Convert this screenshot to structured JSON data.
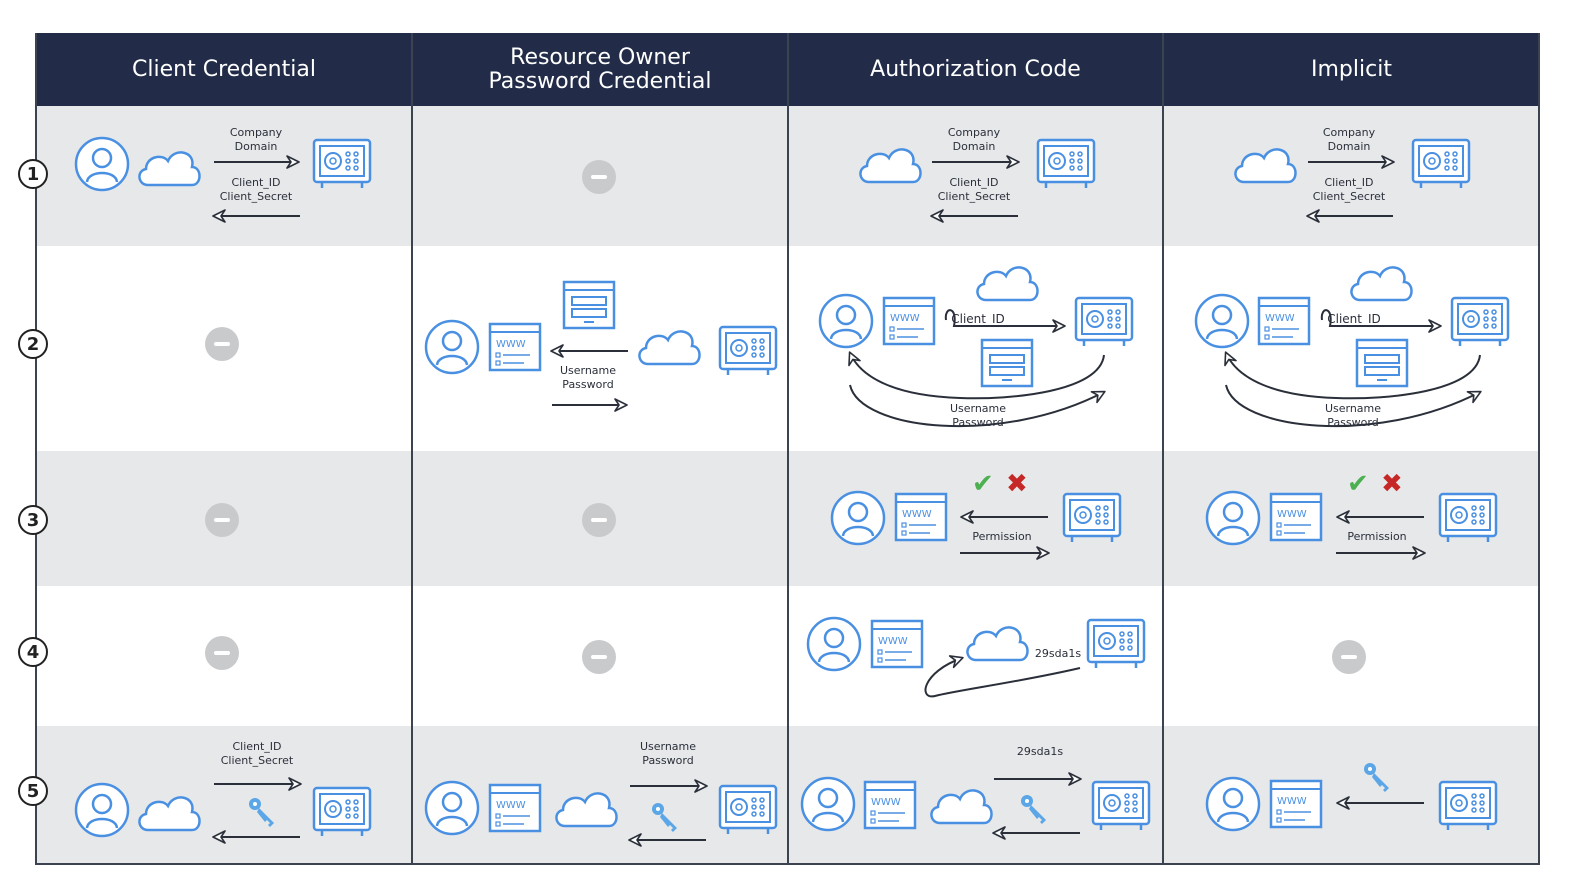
{
  "columns": [
    {
      "title": "Client Credential"
    },
    {
      "title": "Resource Owner\nPassword Credential"
    },
    {
      "title": "Authorization Code"
    },
    {
      "title": "Implicit"
    }
  ],
  "steps": [
    "1",
    "2",
    "3",
    "4",
    "5"
  ],
  "labels": {
    "company_domain": "Company\nDomain",
    "client_id_secret": "Client_ID\nClient_Secret",
    "client_id": "Client_ID",
    "username_password": "Username\nPassword",
    "permission": "Permission",
    "code": "29sda1s"
  },
  "colors": {
    "header_bg": "#222c48",
    "icon_blue": "#4a90e2",
    "key_blue": "#5aa6e6",
    "row_gray": "#e7e8ea",
    "check_green": "#4caf50",
    "cross_red": "#c62828",
    "na_gray": "#c9cacc"
  },
  "marks": {
    "check": "✔",
    "cross": "✖"
  }
}
